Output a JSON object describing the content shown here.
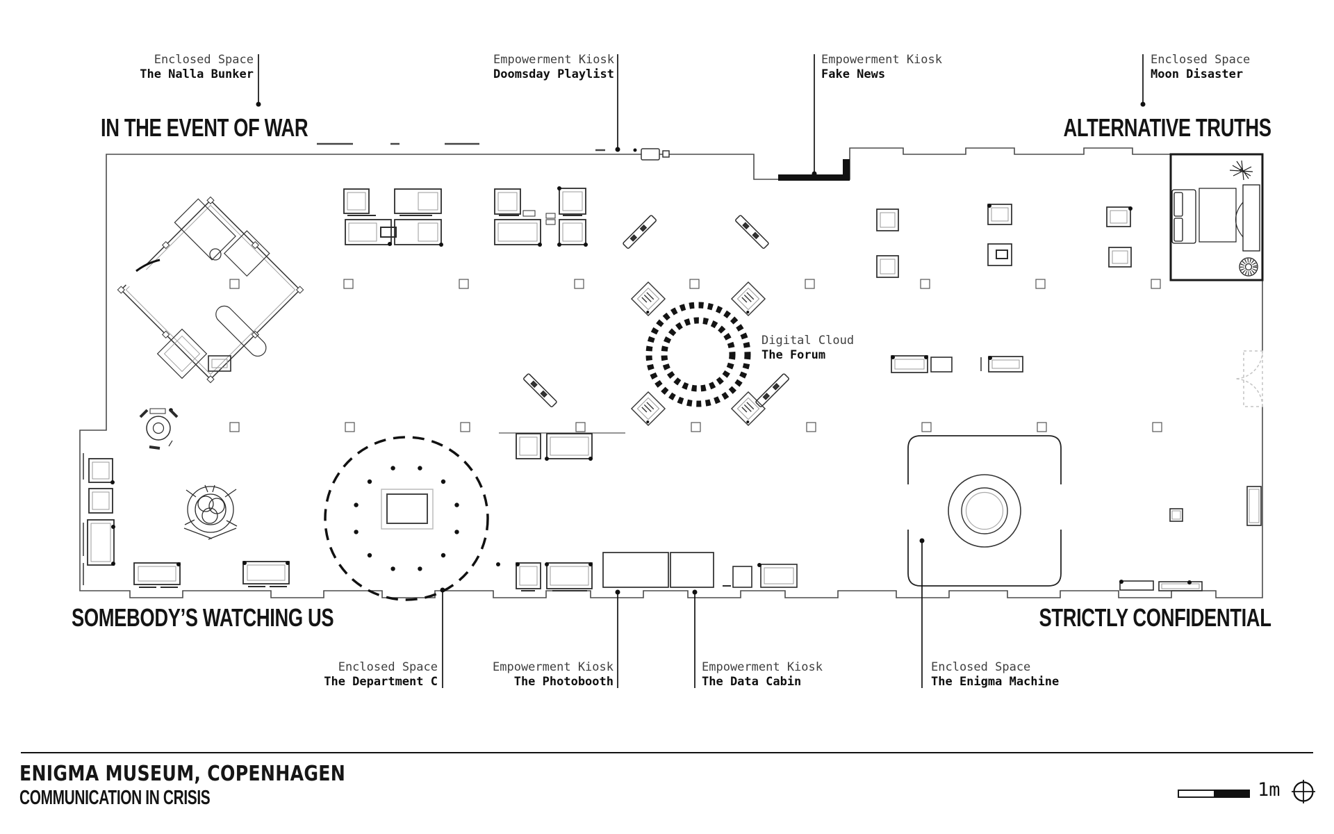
{
  "page": {
    "background": "#ffffff",
    "ink": "#1c1c1c",
    "wall_color": "#4a4a4a",
    "light_gray": "#9a9a9a"
  },
  "callouts": {
    "nalla_bunker": {
      "category": "Enclosed Space",
      "name": "The Nalla Bunker"
    },
    "doomsday_playlist": {
      "category": "Empowerment Kiosk",
      "name": "Doomsday Playlist"
    },
    "fake_news": {
      "category": "Empowerment Kiosk",
      "name": "Fake News"
    },
    "moon_disaster": {
      "category": "Enclosed Space",
      "name": "Moon Disaster"
    },
    "the_forum": {
      "category": "Digital Cloud",
      "name": "The Forum"
    },
    "department_c": {
      "category": "Enclosed Space",
      "name": "The Department C"
    },
    "photobooth": {
      "category": "Empowerment Kiosk",
      "name": "The Photobooth"
    },
    "data_cabin": {
      "category": "Empowerment Kiosk",
      "name": "The Data Cabin"
    },
    "enigma_machine": {
      "category": "Enclosed Space",
      "name": "The Enigma Machine"
    }
  },
  "zones": {
    "top_left": "IN THE EVENT OF WAR",
    "top_right": "ALTERNATIVE TRUTHS",
    "bottom_left": "SOMEBODY’S WATCHING US",
    "bottom_right": "STRICTLY CONFIDENTIAL"
  },
  "footer": {
    "museum": "ENIGMA MUSEUM, COPENHAGEN",
    "exhibition": "COMMUNICATION IN CRISIS",
    "scale_label": "1m",
    "compass_icon": "crosshair-circle-icon"
  }
}
